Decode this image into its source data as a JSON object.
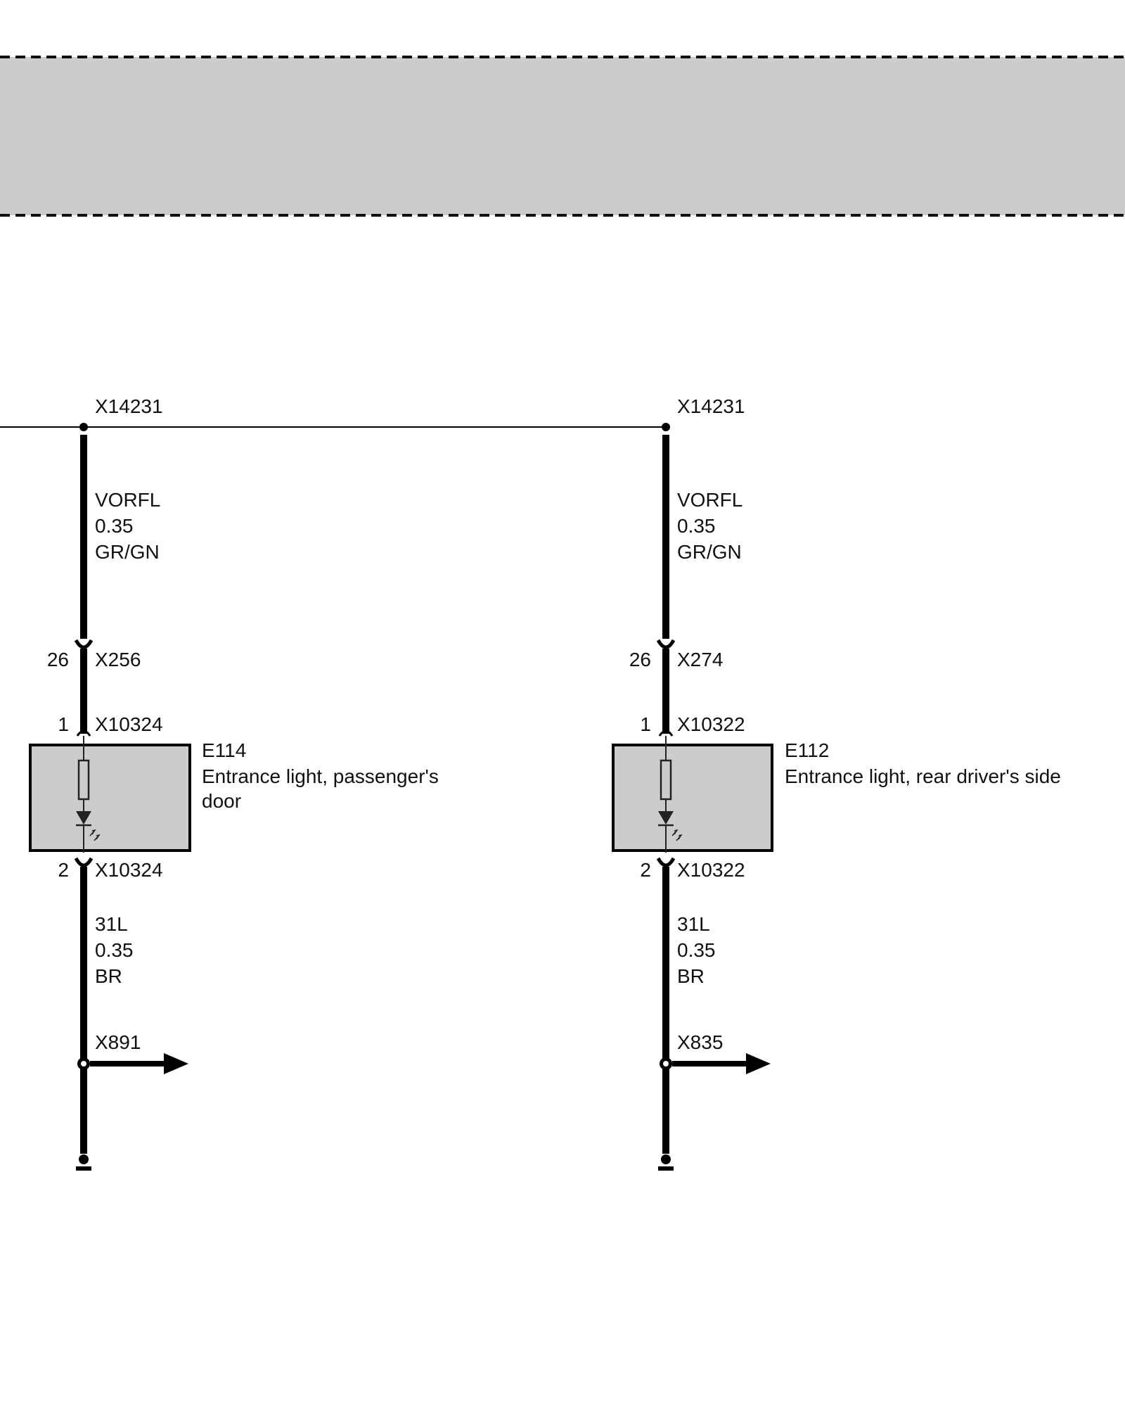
{
  "colors": {
    "banner_fill": "#cccccc",
    "component_fill": "#cccccc",
    "line": "#000000",
    "text": "#111111"
  },
  "circuits": [
    {
      "junction": "X14231",
      "wire_top": {
        "signal": "VORFL",
        "size": "0.35",
        "color": "GR/GN"
      },
      "connector_mid": {
        "pin": "26",
        "name": "X256"
      },
      "component_in": {
        "pin": "1",
        "name": "X10324"
      },
      "component": {
        "id": "E114",
        "desc_line1": "Entrance light, passenger's",
        "desc_line2": "door",
        "icon": "lamp-led-icon"
      },
      "component_out": {
        "pin": "2",
        "name": "X10324"
      },
      "wire_bottom": {
        "signal": "31L",
        "size": "0.35",
        "color": "BR"
      },
      "ground_ref": "X891"
    },
    {
      "junction": "X14231",
      "wire_top": {
        "signal": "VORFL",
        "size": "0.35",
        "color": "GR/GN"
      },
      "connector_mid": {
        "pin": "26",
        "name": "X274"
      },
      "component_in": {
        "pin": "1",
        "name": "X10322"
      },
      "component": {
        "id": "E112",
        "desc_line1": "Entrance light, rear driver's side",
        "desc_line2": "",
        "icon": "lamp-led-icon"
      },
      "component_out": {
        "pin": "2",
        "name": "X10322"
      },
      "wire_bottom": {
        "signal": "31L",
        "size": "0.35",
        "color": "BR"
      },
      "ground_ref": "X835"
    }
  ]
}
